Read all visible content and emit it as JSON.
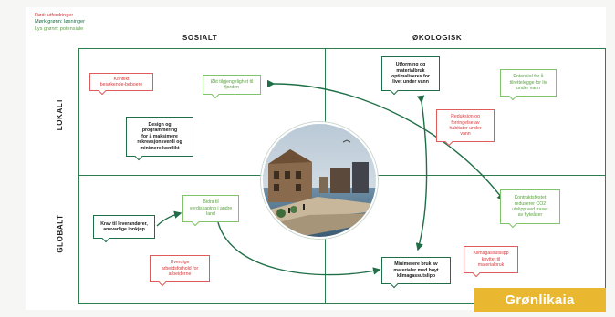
{
  "legend": {
    "red_label": "Rød: utfordringer",
    "dark_label": "Mørk grønn: løsninger",
    "light_label": "Lys grønn: potensiale"
  },
  "colors": {
    "red": "#d9383a",
    "dark_green": "#1f6e47",
    "light_green": "#5aa341",
    "grid": "#2e7d4f",
    "brand": "#e9b830"
  },
  "columns": {
    "social": "SOSIALT",
    "ecological": "ØKOLOGISK"
  },
  "rows": {
    "local": "LOKALT",
    "global": "GLOBALT"
  },
  "notes": {
    "konflikt": "Konflikt\nbesøkende-beboere",
    "tilgjengelighet": "Økt tilgjengelighet til\nfjorden",
    "design": "Design og\nprogrammering\nfor å maksimere\nrekreasjonsverdi og\nminimere konflikt",
    "utforming": "Utforming og\nmaterialbruk\noptimaliseres for\nlivet under vann",
    "potensial": "Potensial for å\ntilrettelegge for liv\nunder vann",
    "reduksjon": "Reduksjon og\nforringelse av\nhabitater under\nvann",
    "krav": "Krav til leverandører,\nansvarlige innkjøp",
    "bidra": "Bidra til\nverdiskaping i andre\nland",
    "uverdige": "Uverdige\narbeidsforhold for\narbeiderne",
    "kontraktsfestet": "Kontraktsfestet\nreduserer CO2\nutslipp ved fraser\nav flyteåser",
    "minimerere": "Minimerere bruk av\nmaterialer med høyt\nklimagassutslipp",
    "klimagass": "Klimagassutslipp\nknyttet til\nmaterialbruk"
  },
  "brand": "Grønlikaia",
  "icons": {
    "photo": "harbour-photo",
    "arrow": "arrow-icon"
  }
}
